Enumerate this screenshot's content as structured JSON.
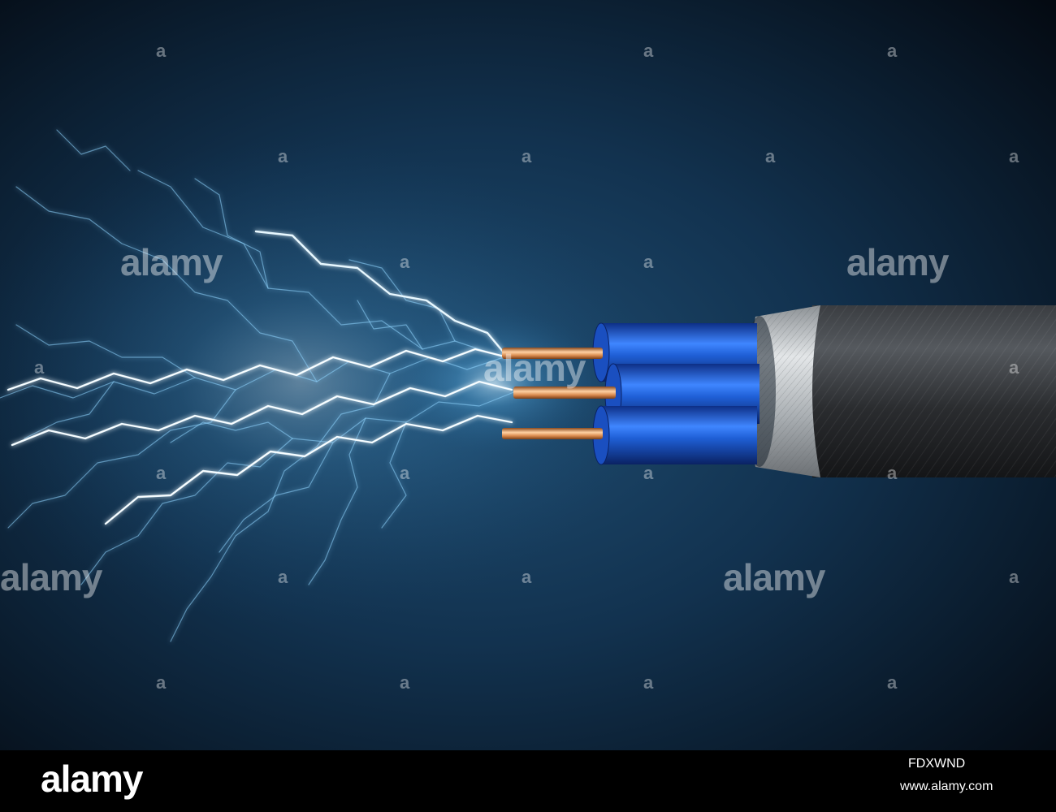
{
  "image": {
    "subject": "electric-cable-with-sparks",
    "colors": {
      "background_dark": "#06101c",
      "background_glow": "#1d4a6e",
      "spark": "#e6f6ff",
      "spark_glow": "#7fd0ff",
      "copper": "#d98a4e",
      "insulation_blue": "#1f5fd6",
      "sheath_silver": "#b9bec2",
      "jacket_black": "#2a2c2f"
    },
    "icons": [
      "lightning-spark-icon",
      "cable-icon"
    ]
  },
  "watermark": {
    "word": "alamy",
    "mark": "a"
  },
  "footer": {
    "logo": "alamy",
    "image_id": "FDXWND",
    "url": "www.alamy.com"
  }
}
